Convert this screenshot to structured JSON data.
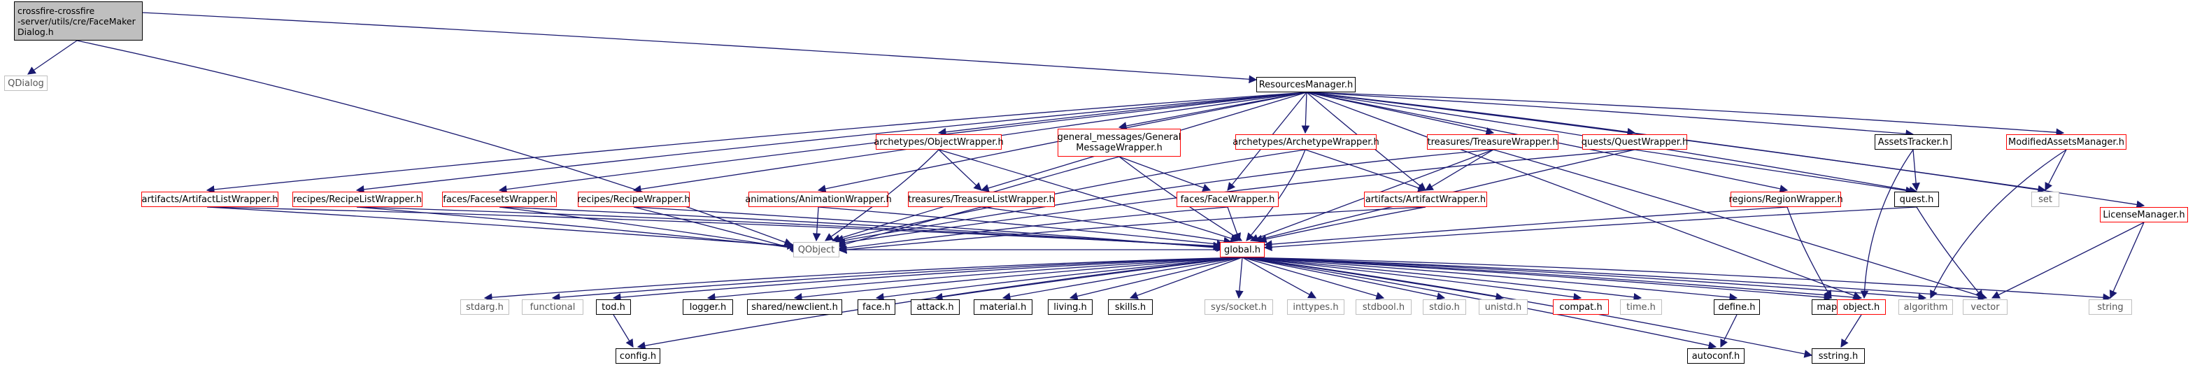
{
  "nodes": {
    "root": "crossfire-crossfire\n-server/utils/cre/FaceMaker\nDialog.h",
    "qdialog": "QDialog",
    "resources_manager": "ResourcesManager.h",
    "object_wrapper": "archetypes/ObjectWrapper.h",
    "general_message_wrapper": "general_messages/General\nMessageWrapper.h",
    "archetype_wrapper": "archetypes/ArchetypeWrapper.h",
    "treasure_wrapper": "treasures/TreasureWrapper.h",
    "quest_wrapper": "quests/QuestWrapper.h",
    "assets_tracker": "AssetsTracker.h",
    "modified_assets_manager": "ModifiedAssetsManager.h",
    "artifact_list_wrapper": "artifacts/ArtifactListWrapper.h",
    "recipe_list_wrapper": "recipes/RecipeListWrapper.h",
    "facesets_wrapper": "faces/FacesetsWrapper.h",
    "recipe_wrapper": "recipes/RecipeWrapper.h",
    "animation_wrapper": "animations/AnimationWrapper.h",
    "treasure_list_wrapper": "treasures/TreasureListWrapper.h",
    "face_wrapper": "faces/FaceWrapper.h",
    "artifact_wrapper": "artifacts/ArtifactWrapper.h",
    "region_wrapper": "regions/RegionWrapper.h",
    "quest_h": "quest.h",
    "set": "set",
    "license_manager": "LicenseManager.h",
    "qobject": "QObject",
    "global_h": "global.h",
    "stdarg": "stdarg.h",
    "functional": "functional",
    "tod_h": "tod.h",
    "logger_h": "logger.h",
    "newclient_h": "shared/newclient.h",
    "face_h": "face.h",
    "attack_h": "attack.h",
    "material_h": "material.h",
    "living_h": "living.h",
    "skills_h": "skills.h",
    "socket_h": "sys/socket.h",
    "inttypes": "inttypes.h",
    "stdbool": "stdbool.h",
    "stdio": "stdio.h",
    "unistd": "unistd.h",
    "compat_h": "compat.h",
    "time_h": "time.h",
    "define_h": "define.h",
    "map_h": "map.h",
    "object_h": "object.h",
    "algorithm": "algorithm",
    "vector": "vector",
    "string": "string",
    "config_h": "config.h",
    "autoconf_h": "autoconf.h",
    "sstring_h": "sstring.h"
  },
  "colors": {
    "edge": "#191970",
    "documented_border": "#000000",
    "truncated_border": "#ff0000",
    "system_border": "#bfbfbf",
    "root_fill": "#bfbfbf"
  }
}
